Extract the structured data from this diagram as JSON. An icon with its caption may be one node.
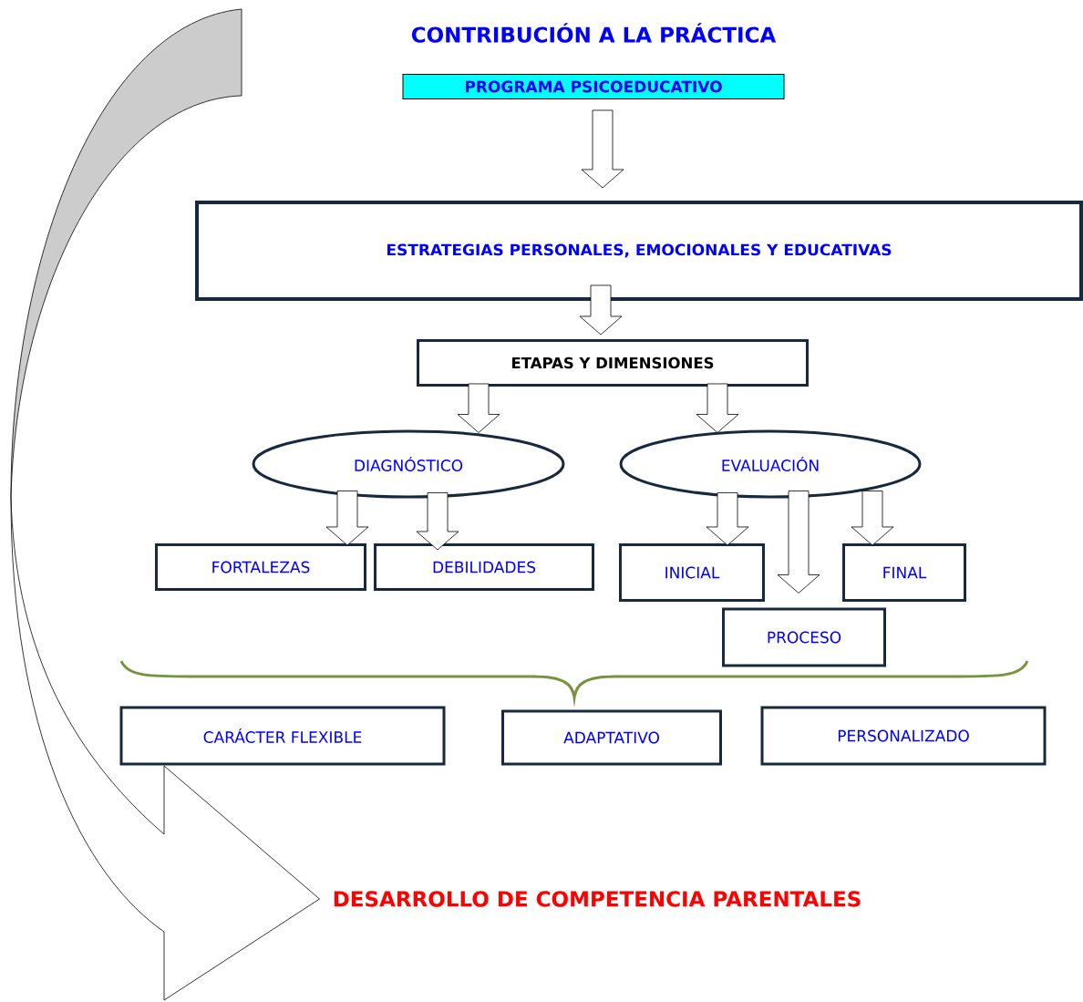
{
  "diagram": {
    "title": "CONTRIBUCIÓN A LA PRÁCTICA",
    "nodes": [
      {
        "text": [
          "PROGRAMA PSICOEDUCATIVO"
        ]
      },
      {
        "text": [
          "ESTRATEGIAS PERSONALES, EMOCIONALES Y EDUCATIVAS"
        ]
      },
      {
        "text": [
          "ETAPAS Y DIMENSIONES"
        ]
      },
      {
        "text": [
          "DIAGNÓSTICO"
        ]
      },
      {
        "text": [
          "EVALUACIÓN"
        ]
      },
      {
        "text": [
          "FORTALEZAS"
        ]
      },
      {
        "text": [
          "DEBILIDADES"
        ]
      },
      {
        "text": [
          "INICIAL"
        ]
      },
      {
        "text": [
          "FINAL"
        ]
      },
      {
        "text": [
          "PROCESO"
        ]
      },
      {
        "text": [
          "CARÁCTER FLEXIBLE"
        ]
      },
      {
        "text": [
          "ADAPTATIVO"
        ]
      },
      {
        "text": [
          "PERSONALIZADO"
        ]
      },
      {
        "text": [
          "DESARROLLO DE COMPETENCIA PARENTALES"
        ]
      },
      {
        "text": [],
        "shape": "ribbon"
      }
    ],
    "edges": [
      {
        "from": 0,
        "to": 1,
        "arrow": "to"
      },
      {
        "from": 1,
        "to": 2,
        "arrow": "to"
      },
      {
        "from": 2,
        "to": 3,
        "arrow": "to"
      },
      {
        "from": 2,
        "to": 4,
        "arrow": "to"
      },
      {
        "from": 3,
        "to": 5,
        "arrow": "to"
      },
      {
        "from": 3,
        "to": 6,
        "arrow": "to"
      },
      {
        "from": 4,
        "to": 7,
        "arrow": "to"
      },
      {
        "from": 4,
        "to": 9,
        "arrow": "to"
      },
      {
        "from": 4,
        "to": 8,
        "arrow": "to"
      },
      {
        "from": 14,
        "to": 13,
        "arrow": "to"
      }
    ]
  }
}
